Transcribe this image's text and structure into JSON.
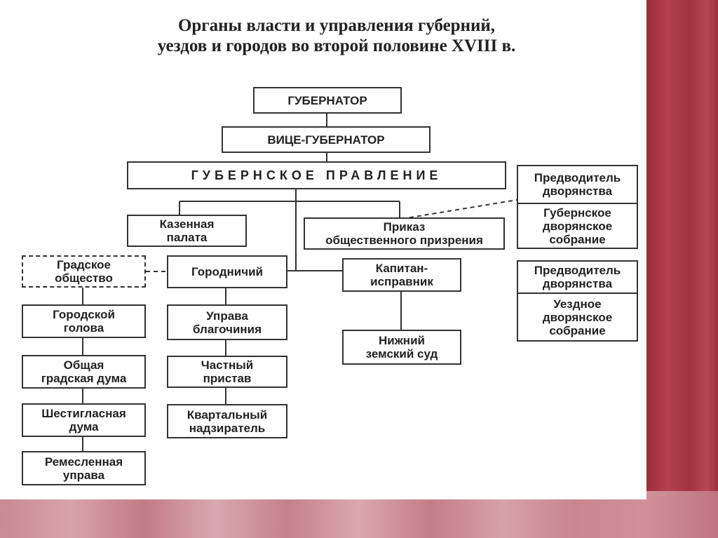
{
  "title": {
    "line1": "Органы власти и управления губерний,",
    "line2": "уездов и городов во второй половине XVIII в."
  },
  "nodes": {
    "governor": "ГУБЕРНАТОР",
    "vice_governor": "ВИЦЕ-ГУБЕРНАТОР",
    "gubernia_board": "ГУБЕРНСКОЕ ПРАВЛЕНИЕ",
    "treasury_line1": "Казенная",
    "treasury_line2": "палата",
    "prikaz_line1": "Приказ",
    "prikaz_line2": "общественного призрения",
    "noble_leader_gub_line1": "Предводитель",
    "noble_leader_gub_line2": "дворянства",
    "noble_assembly_gub_line1": "Губернское",
    "noble_assembly_gub_line2": "дворянское",
    "noble_assembly_gub_line3": "собрание",
    "noble_leader_uezd_line1": "Предводитель",
    "noble_leader_uezd_line2": "дворянства",
    "noble_assembly_uezd_line1": "Уездное",
    "noble_assembly_uezd_line2": "дворянское",
    "noble_assembly_uezd_line3": "собрание",
    "town_society_line1": "Градское",
    "town_society_line2": "общество",
    "gorodnichy": "Городничий",
    "kapitan_line1": "Капитан-",
    "kapitan_line2": "исправник",
    "city_head_line1": "Городской",
    "city_head_line2": "голова",
    "uprava_blag_line1": "Управа",
    "uprava_blag_line2": "благочиния",
    "lower_court_line1": "Нижний",
    "lower_court_line2": "земский суд",
    "general_duma_line1": "Общая",
    "general_duma_line2": "градская дума",
    "private_pristav_line1": "Частный",
    "private_pristav_line2": "пристав",
    "six_duma_line1": "Шестигласная",
    "six_duma_line2": "дума",
    "kvartal_line1": "Квартальный",
    "kvartal_line2": "надзиратель",
    "craft_uprava_line1": "Ремесленная",
    "craft_uprava_line2": "управа"
  }
}
